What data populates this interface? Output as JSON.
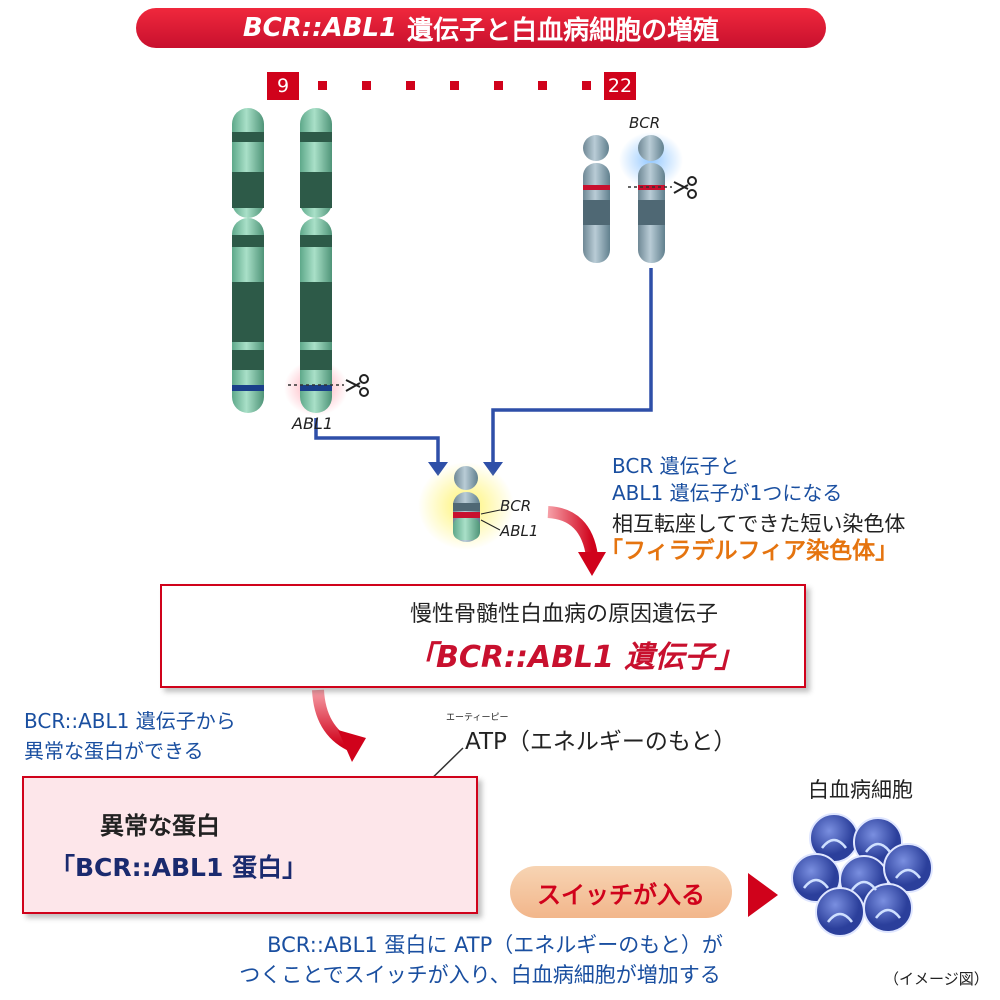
{
  "title": {
    "gene_italic": "BCR::ABL1",
    "rest": "遺伝子と白血病細胞の増殖"
  },
  "chromosomes": {
    "left_label": "9",
    "right_label": "22",
    "bcr_label": "BCR",
    "abl1_label": "ABL1"
  },
  "fusion": {
    "bcr_label": "BCR",
    "abl1_label": "ABL1",
    "caption_line1": "BCR 遺伝子と",
    "caption_line2": "ABL1 遺伝子が1つになる",
    "caption_line3": "相互転座してできた短い染色体",
    "caption_line4": "「フィラデルフィア染色体」"
  },
  "gene_box": {
    "description": "慢性骨髄性白血病の原因遺伝子",
    "name": "「BCR::ABL1 遺伝子」"
  },
  "result_caption": {
    "line1": "BCR::ABL1 遺伝子から",
    "line2": "異常な蛋白ができる"
  },
  "protein_box": {
    "title": "異常な蛋白",
    "name": "「BCR::ABL1 蛋白」"
  },
  "atp": {
    "ruby": "エーティーピー",
    "label": "ATP（エネルギーのもと）"
  },
  "switch_label": "スイッチが入る",
  "leukemia_label": "白血病細胞",
  "bottom_caption": {
    "line1": "BCR::ABL1 蛋白に ATP（エネルギーのもと）が",
    "line2": "つくことでスイッチが入り、白血病細胞が増加する"
  },
  "image_note": "（イメージ図）",
  "colors": {
    "red": "#d0021b",
    "blue": "#1a4fa0",
    "orange": "#e5740f",
    "green": "#7fcf9a",
    "pink_bg": "#fde6ea"
  }
}
